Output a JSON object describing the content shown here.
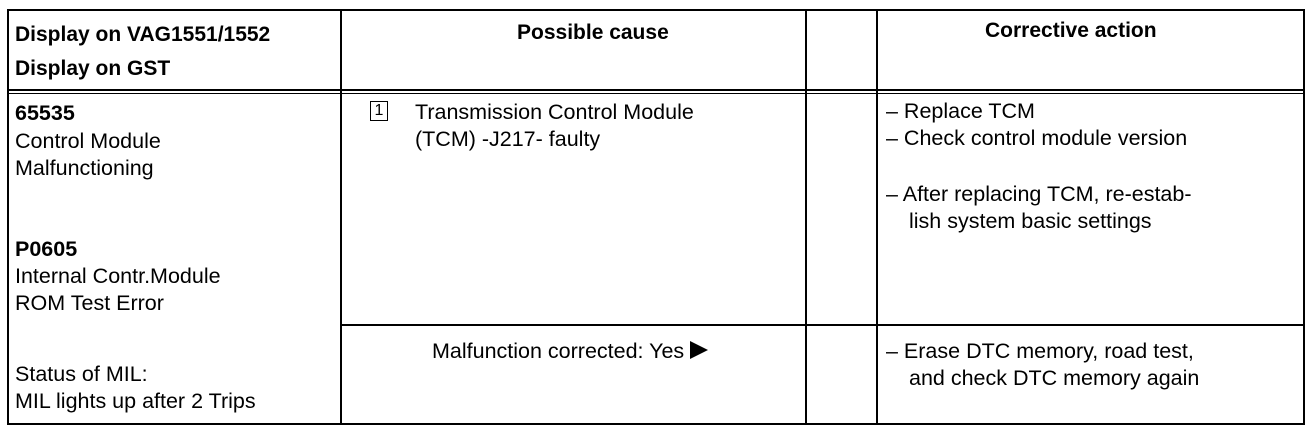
{
  "headers": {
    "display_line1": "Display on VAG1551/1552",
    "display_line2": "Display on GST",
    "cause": "Possible cause",
    "action": "Corrective action"
  },
  "display": {
    "code1": "65535",
    "code1_desc_line1": "Control Module",
    "code1_desc_line2": "Malfunctioning",
    "code2": "P0605",
    "code2_desc_line1": "Internal Contr.Module",
    "code2_desc_line2": "ROM Test Error",
    "mil_line1": "Status of MIL:",
    "mil_line2": "MIL lights up after 2 Trips"
  },
  "cause": {
    "item_number": "1",
    "line1": "Transmission Control Module",
    "line2": "(TCM) -J217- faulty",
    "check_text": "Malfunction corrected:  Yes"
  },
  "action": {
    "a1": "– Replace TCM",
    "a2": "– Check control module version",
    "a3_line1": "– After replacing TCM, re-estab-",
    "a3_line2": "lish system basic settings",
    "a4_line1": "– Erase DTC memory, road test,",
    "a4_line2": "and check DTC memory again"
  }
}
